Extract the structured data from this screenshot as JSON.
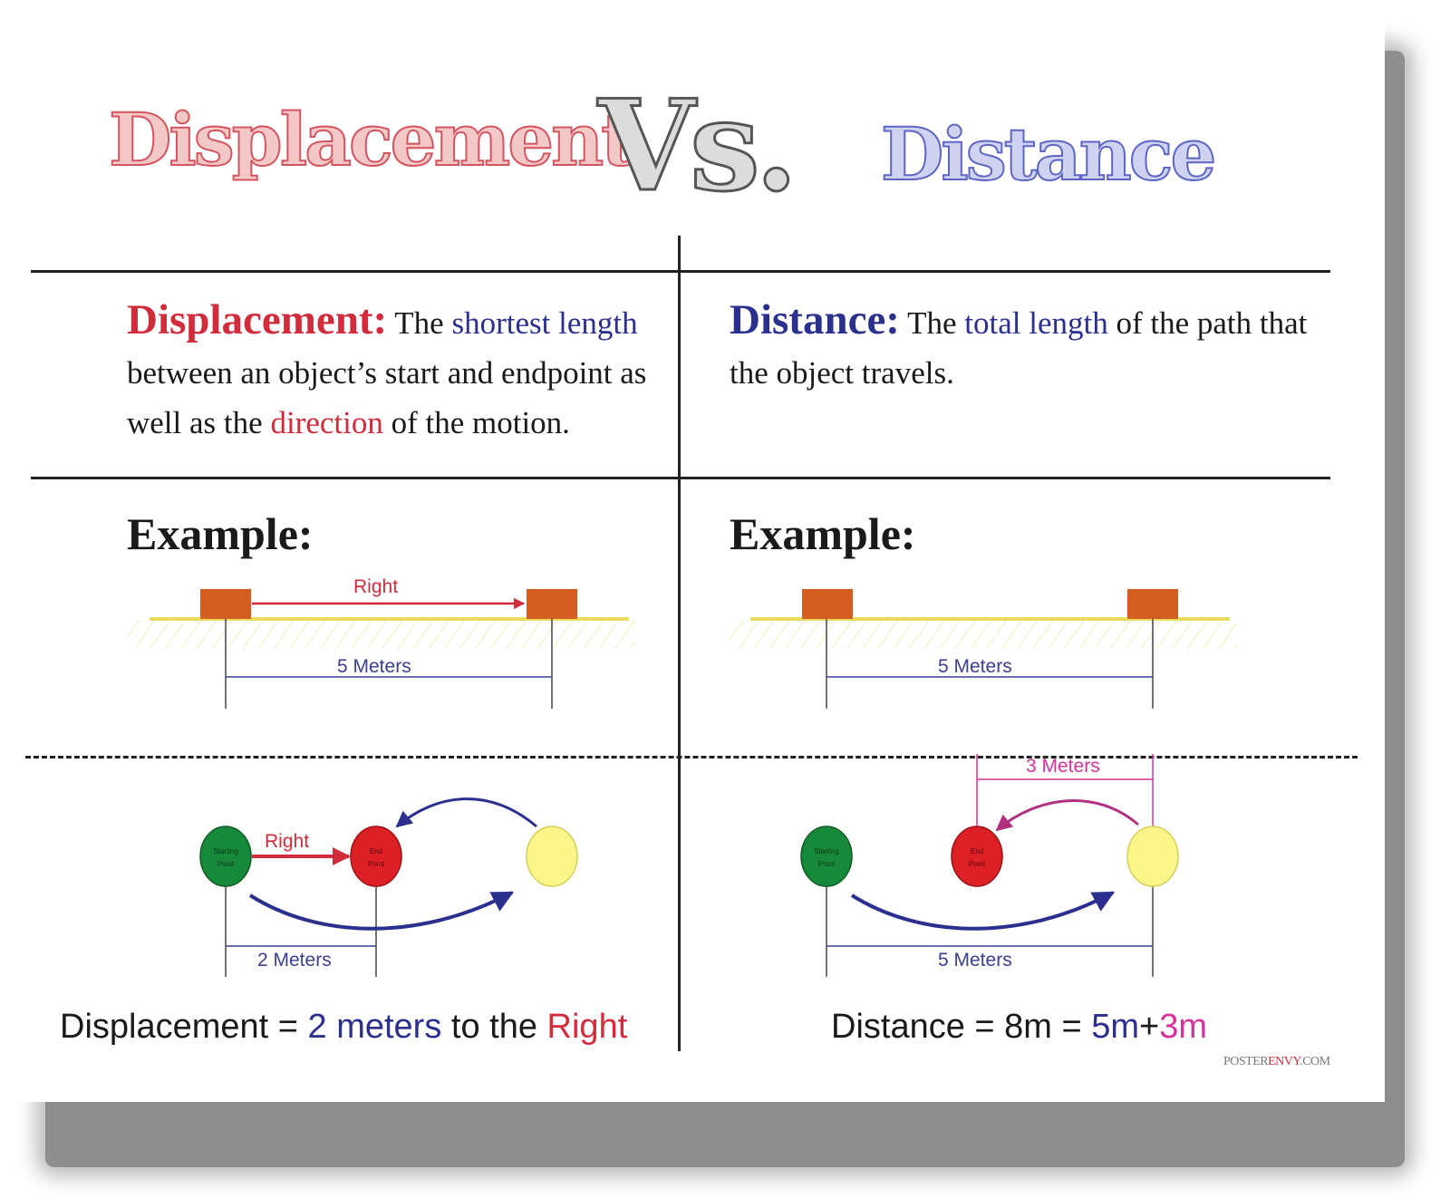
{
  "title": {
    "left": "Displacement",
    "vs": "Vs.",
    "right": "Distance"
  },
  "definitions": {
    "displacement": {
      "term": "Displacement:",
      "p1": " The ",
      "h1": "shortest length",
      "p2": " between an object’s start and endpoint as well as the ",
      "h2": "direction",
      "p3": " of the motion."
    },
    "distance": {
      "term": "Distance:",
      "p1": " The ",
      "h1": "total length",
      "p2": " of the path that the object travels."
    }
  },
  "examples": {
    "label": "Example:",
    "top_left": {
      "arrow_label": "Right",
      "measure_label": "5 Meters"
    },
    "top_right": {
      "measure_label": "5 Meters"
    },
    "bottom_left": {
      "start_label_1": "Starting",
      "start_label_2": "Point",
      "end_label_1": "End",
      "end_label_2": "Point",
      "arrow_label": "Right",
      "measure_label": "2 Meters"
    },
    "bottom_right": {
      "start_label_1": "Starting",
      "start_label_2": "Point",
      "end_label_1": "End",
      "end_label_2": "Point",
      "top_measure_label": "3 Meters",
      "measure_label": "5 Meters"
    }
  },
  "formulas": {
    "displacement": {
      "p1": "Displacement = ",
      "h1": "2 meters",
      "p2": " to the ",
      "h2": "Right"
    },
    "distance": {
      "p1": "Distance = 8m = ",
      "h1": "5m",
      "p2": "+",
      "h2": "3m"
    }
  },
  "credit": {
    "a": "POSTER",
    "b": "ENVY",
    "c": ".COM"
  },
  "colors": {
    "displacement_red": "#d22b3b",
    "distance_blue": "#2b2f8e",
    "pink": "#d4339b",
    "box_orange": "#d35e22",
    "ground_yellow": "#e6dd5f",
    "start_green": "#17893a",
    "end_red": "#dd1f26",
    "waypoint_yellow": "#fbf68a"
  }
}
